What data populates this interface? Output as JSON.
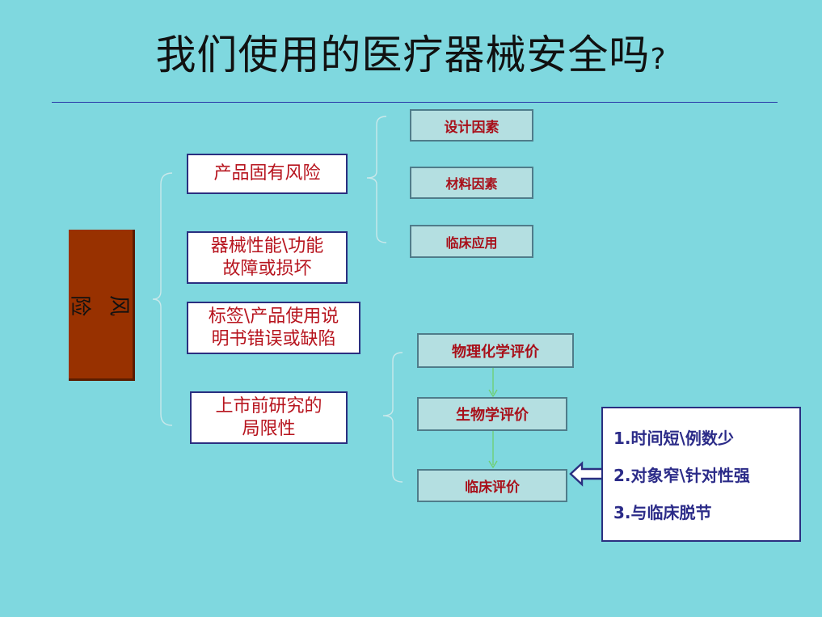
{
  "title": {
    "main": "我们使用的医疗器械安全吗",
    "question_mark": "?"
  },
  "risk_label": "风险",
  "risk_items": [
    {
      "line1": "产品固有风险",
      "line2": ""
    },
    {
      "line1": "器械性能\\功能",
      "line2": "故障或损坏"
    },
    {
      "line1": "标签\\产品使用说",
      "line2": "明书错误或缺陷"
    },
    {
      "line1": "上市前研究的",
      "line2": "局限性"
    }
  ],
  "inherent_factors": [
    "设计因素",
    "材料因素",
    "临床应用"
  ],
  "evaluations": [
    "物理化学评价",
    "生物学评价",
    "临床评价"
  ],
  "clinical_limits": [
    "1.时间短\\例数少",
    "2.对象窄\\针对性强",
    "3.与临床脱节"
  ],
  "colors": {
    "background": "#7fd8df",
    "risk_block": "#983100",
    "item_text": "#b7141e",
    "note_text": "#2b2b88",
    "arrow_green": "#6fcf6f"
  }
}
